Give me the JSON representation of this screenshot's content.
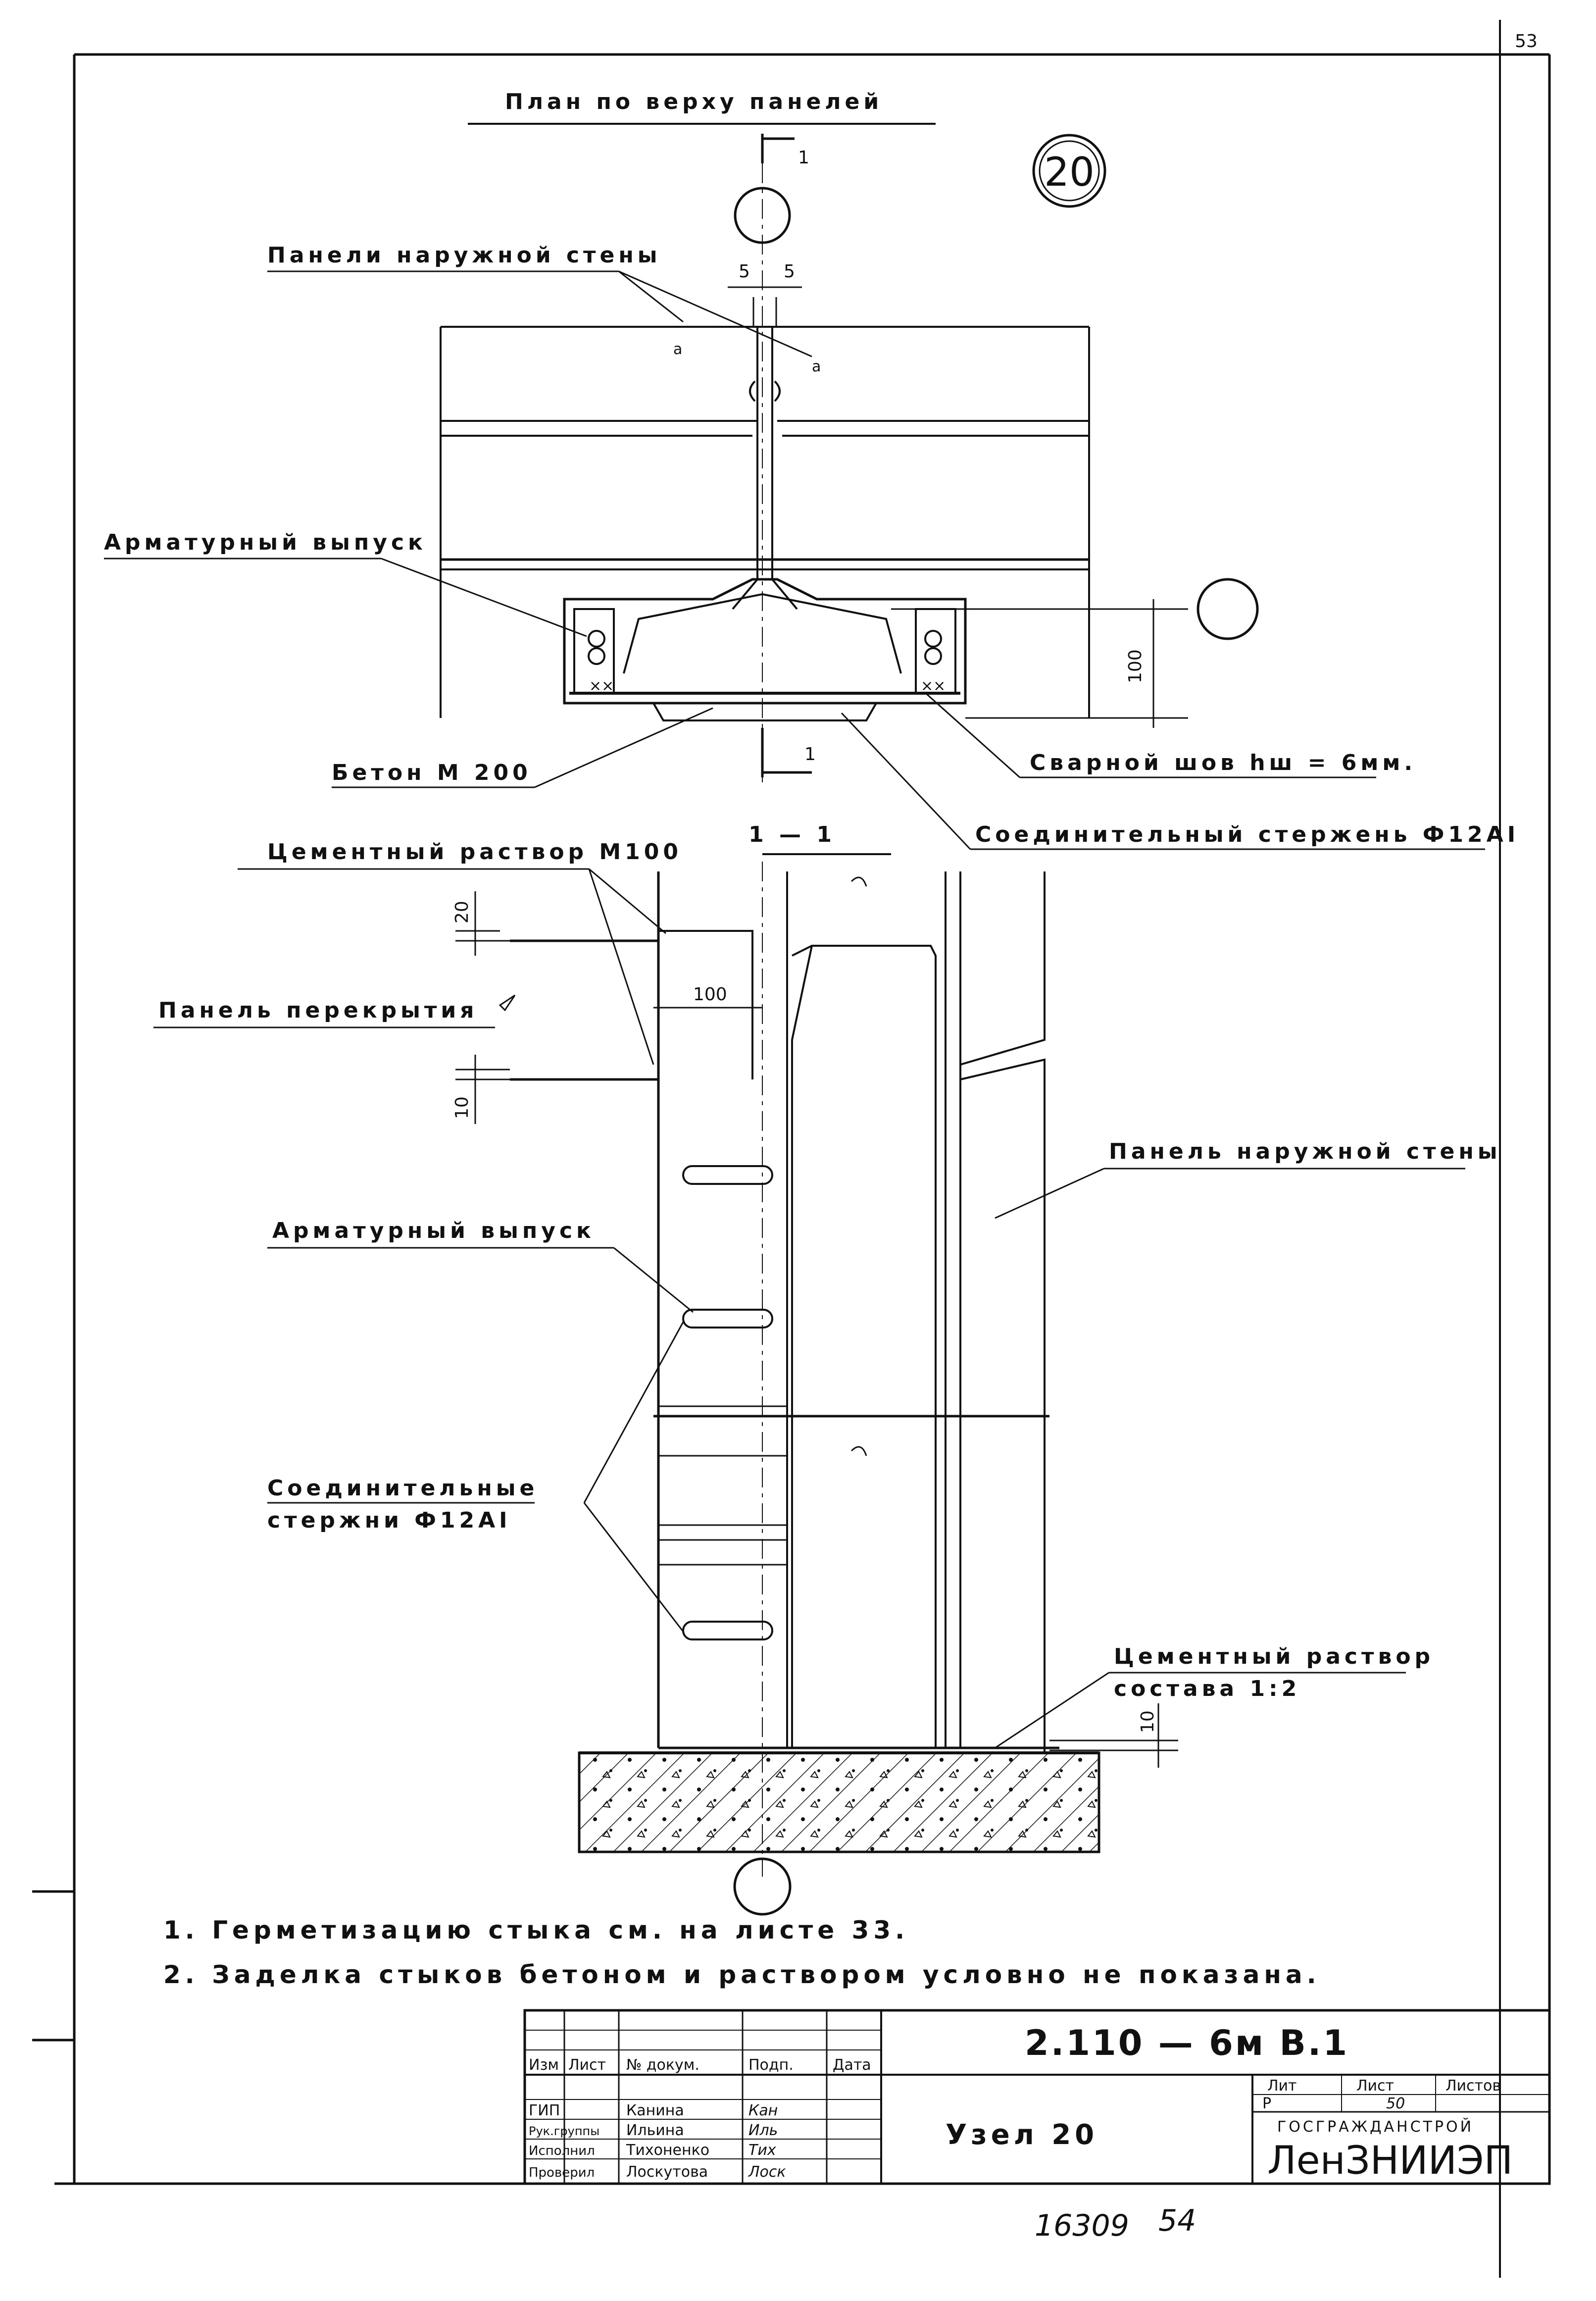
{
  "sheet": {
    "corner_number": "53",
    "plan_title": "План по верху панелей",
    "node_number": "20",
    "section_title": "1 — 1",
    "section_mark": "1",
    "archive_number": "16309",
    "archive_sheet": "54"
  },
  "plan": {
    "panels_label": "Панели наружной стены",
    "rebar_outlet_label": "Арматурный выпуск",
    "concrete_label": "Бетон М 200",
    "weld_label": "Сварной шов hш = 6мм.",
    "rod_label": "Соединительный стержень Ф12АI",
    "dim_gap_left": "5",
    "dim_gap_right": "5",
    "dim_depth": "100"
  },
  "section": {
    "mortar_label": "Цементный раствор М100",
    "slab_label": "Панель перекрытия",
    "outer_panel_label": "Панель наружной стены",
    "rebar_outlet_label": "Арматурный выпуск",
    "rods_label_line1": "Соединительные",
    "rods_label_line2": "стержни Ф12АI",
    "base_mortar_line1": "Цементный раствор",
    "base_mortar_line2": "состава 1:2",
    "dim_top": "20",
    "dim_bottom": "10",
    "dim_width": "100",
    "dim_base": "10"
  },
  "notes": [
    "1. Герметизацию стыка см. на листе 33.",
    "2. Заделка стыков бетоном и раствором условно не показана."
  ],
  "title_block": {
    "doc_code": "2.110 — 6м В.1",
    "drawing_name": "Узел 20",
    "org": "ЛенЗНИИЭП",
    "org_upper": "ГОСГРАЖДАНСТРОЙ",
    "col_headers": [
      "Изм",
      "Лист",
      "№ докум.",
      "Подп.",
      "Дата"
    ],
    "stage_header": "Лит",
    "sheet_header": "Лист",
    "sheets_header": "Листов",
    "stage": "Р",
    "sheet": "50",
    "sheets": "",
    "roles": [
      {
        "role": "ГИП",
        "name": "Канина",
        "sign": "Кан"
      },
      {
        "role": "Рук.группы",
        "name": "Ильина",
        "sign": "Иль"
      },
      {
        "role": "Исполнил",
        "name": "Тихоненко",
        "sign": "Тих"
      },
      {
        "role": "Проверил",
        "name": "Лоскутова",
        "sign": "Лоск"
      }
    ]
  }
}
